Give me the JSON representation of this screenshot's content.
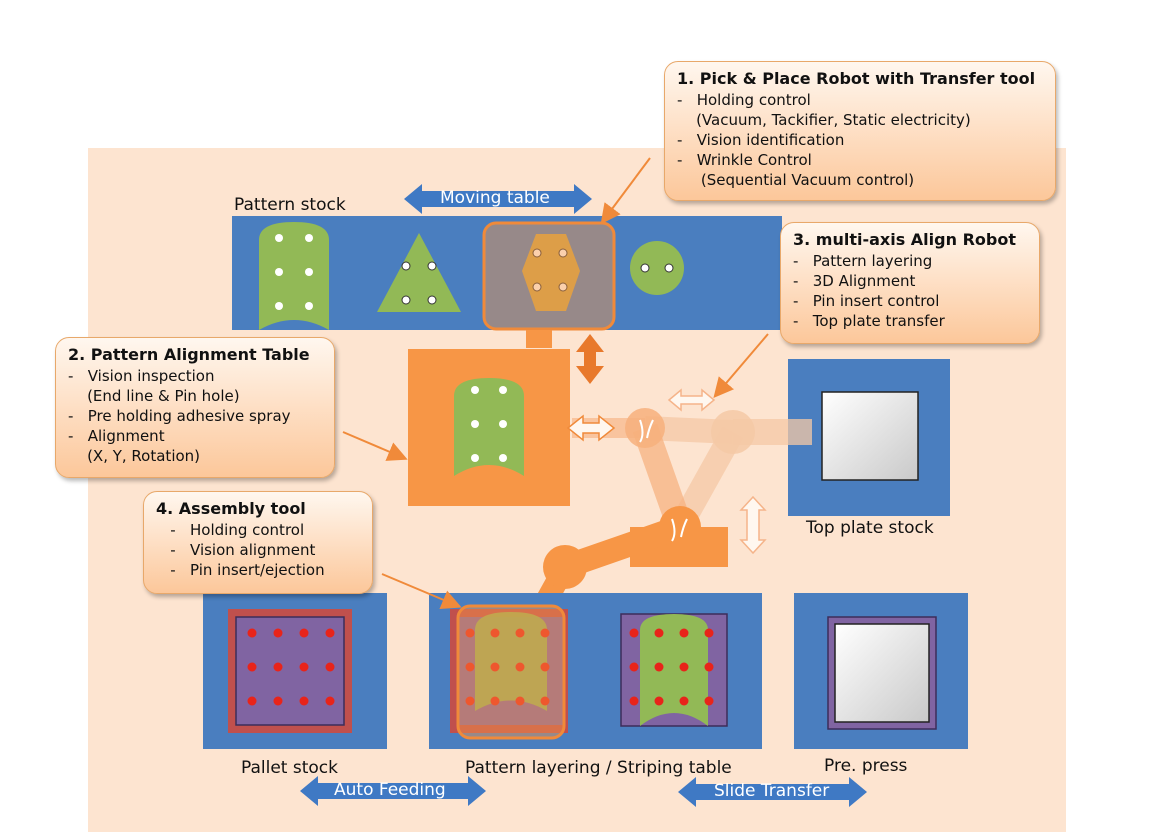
{
  "callouts": {
    "pick_place": {
      "title": "1. Pick & Place Robot with Transfer tool",
      "lines": [
        "-   Holding control",
        "    (Vacuum, Tackifier, Static electricity)",
        "-   Vision identification",
        "-   Wrinkle Control",
        "     (Sequential Vacuum control)"
      ]
    },
    "align_robot": {
      "title": "3. multi-axis Align Robot",
      "lines": [
        "-   Pattern layering",
        "-   3D Alignment",
        "-   Pin insert control",
        "-   Top plate transfer"
      ]
    },
    "align_table": {
      "title": "2. Pattern Alignment Table",
      "lines": [
        "-   Vision inspection",
        "    (End line & Pin hole)",
        "-   Pre holding adhesive spray",
        "-   Alignment",
        "    (X, Y, Rotation)"
      ]
    },
    "assembly_tool": {
      "title": "4. Assembly tool",
      "lines": [
        "   -   Holding control",
        "   -   Vision alignment",
        "   -   Pin insert/ejection"
      ]
    }
  },
  "labels": {
    "pattern_stock": "Pattern stock",
    "top_plate_stock": "Top plate stock",
    "pallet_stock": "Pallet stock",
    "layering_table": "Pattern layering / Striping table",
    "pre_press": "Pre. press"
  },
  "arrows": {
    "moving_table": "Moving table",
    "auto_feeding": "Auto Feeding",
    "slide_transfer": "Slide Transfer"
  },
  "colors": {
    "background_panel": "#fde4d0",
    "station_blue": "#4a7ebf",
    "pattern_green": "#92b956",
    "alignment_orange": "#f79646",
    "pallet_purple": "#8064a2",
    "pallet_red": "#c0504d",
    "pin_red": "#e8241a",
    "callout_fill": "#fcc79a",
    "arrow_blue": "#3f79c4"
  }
}
